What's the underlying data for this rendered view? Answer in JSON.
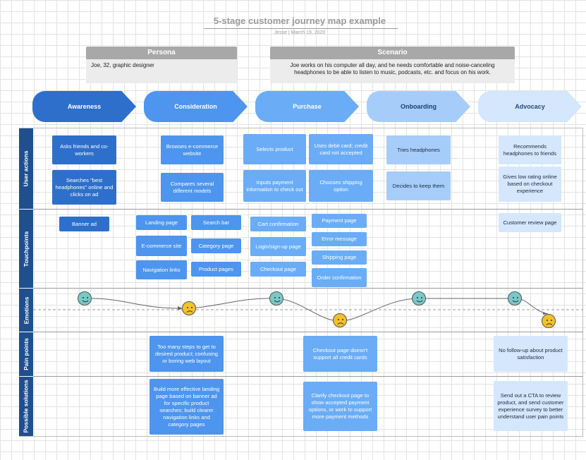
{
  "title": "5-stage customer journey map example",
  "subtitle": "Jesse  |  March 19, 2020",
  "persona": {
    "header": "Persona",
    "text": "Joe, 32, graphic designer"
  },
  "scenario": {
    "header": "Scenario",
    "text": "Joe works on his computer all day, and he needs comfortable and noise-canceling headphones to be able to listen to music, podcasts, etc. and focus on his work."
  },
  "stages": [
    "Awareness",
    "Consideration",
    "Purchase",
    "Onboarding",
    "Advocacy"
  ],
  "lanes": [
    "User actions",
    "Touchpoints",
    "Emotions",
    "Pain points",
    "Possible solutions"
  ],
  "user_actions": {
    "awareness": [
      "Asks friends and co-workers",
      "Searches \"best headphones\" online and clicks on ad"
    ],
    "consideration": [
      "Browses e-commerce website",
      "Compares several different models"
    ],
    "purchase": [
      "Selects product",
      "Uses debit card; credit card not accepted",
      "Inputs payment information to check out",
      "Chooses shipping option"
    ],
    "onboarding": [
      "Tries headphones",
      "Decides to keep them"
    ],
    "advocacy": [
      "Recommends headphones to friends",
      "Gives low rating online based on checkout experience"
    ]
  },
  "touchpoints": {
    "awareness": [
      "Banner ad"
    ],
    "consideration": [
      "Landing page",
      "Search bar",
      "E-commerce site",
      "Category page",
      "Navigation links",
      "Product pages"
    ],
    "purchase": [
      "Cart confirmation",
      "Payment page",
      "Error message",
      "Login/sign-up page",
      "Shipping page",
      "Checkout page",
      "Order confirmation"
    ],
    "advocacy": [
      "Customer review page"
    ]
  },
  "emotions": {
    "faces": [
      "happy",
      "sad",
      "happy",
      "sad",
      "happy",
      "happy",
      "sad"
    ]
  },
  "pain_points": {
    "consideration": "Too many steps to get to desired product; confusing or boring web layout",
    "purchase": "Checkout page doesn't support all credit cards",
    "advocacy": "No follow-up about product satisfaction"
  },
  "solutions": {
    "consideration": "Build more effective landing page based on banner ad for specific product searches; build clearer navigation links and category pages",
    "purchase": "Clarify checkout page to show accepted payment options, or work to support more payment methods",
    "advocacy": "Send out a CTA to review product, and send customer experience survey to better understand user pain points"
  },
  "colors": {
    "awareness": "#2e6fcb",
    "consideration": "#4d95ee",
    "purchase": "#6aacf6",
    "onboarding": "#a6cdf9",
    "advocacy": "#d4e7fc",
    "lane_label": "#1f4f8e",
    "happy": "#7ac8c8",
    "sad": "#f3c12b"
  }
}
